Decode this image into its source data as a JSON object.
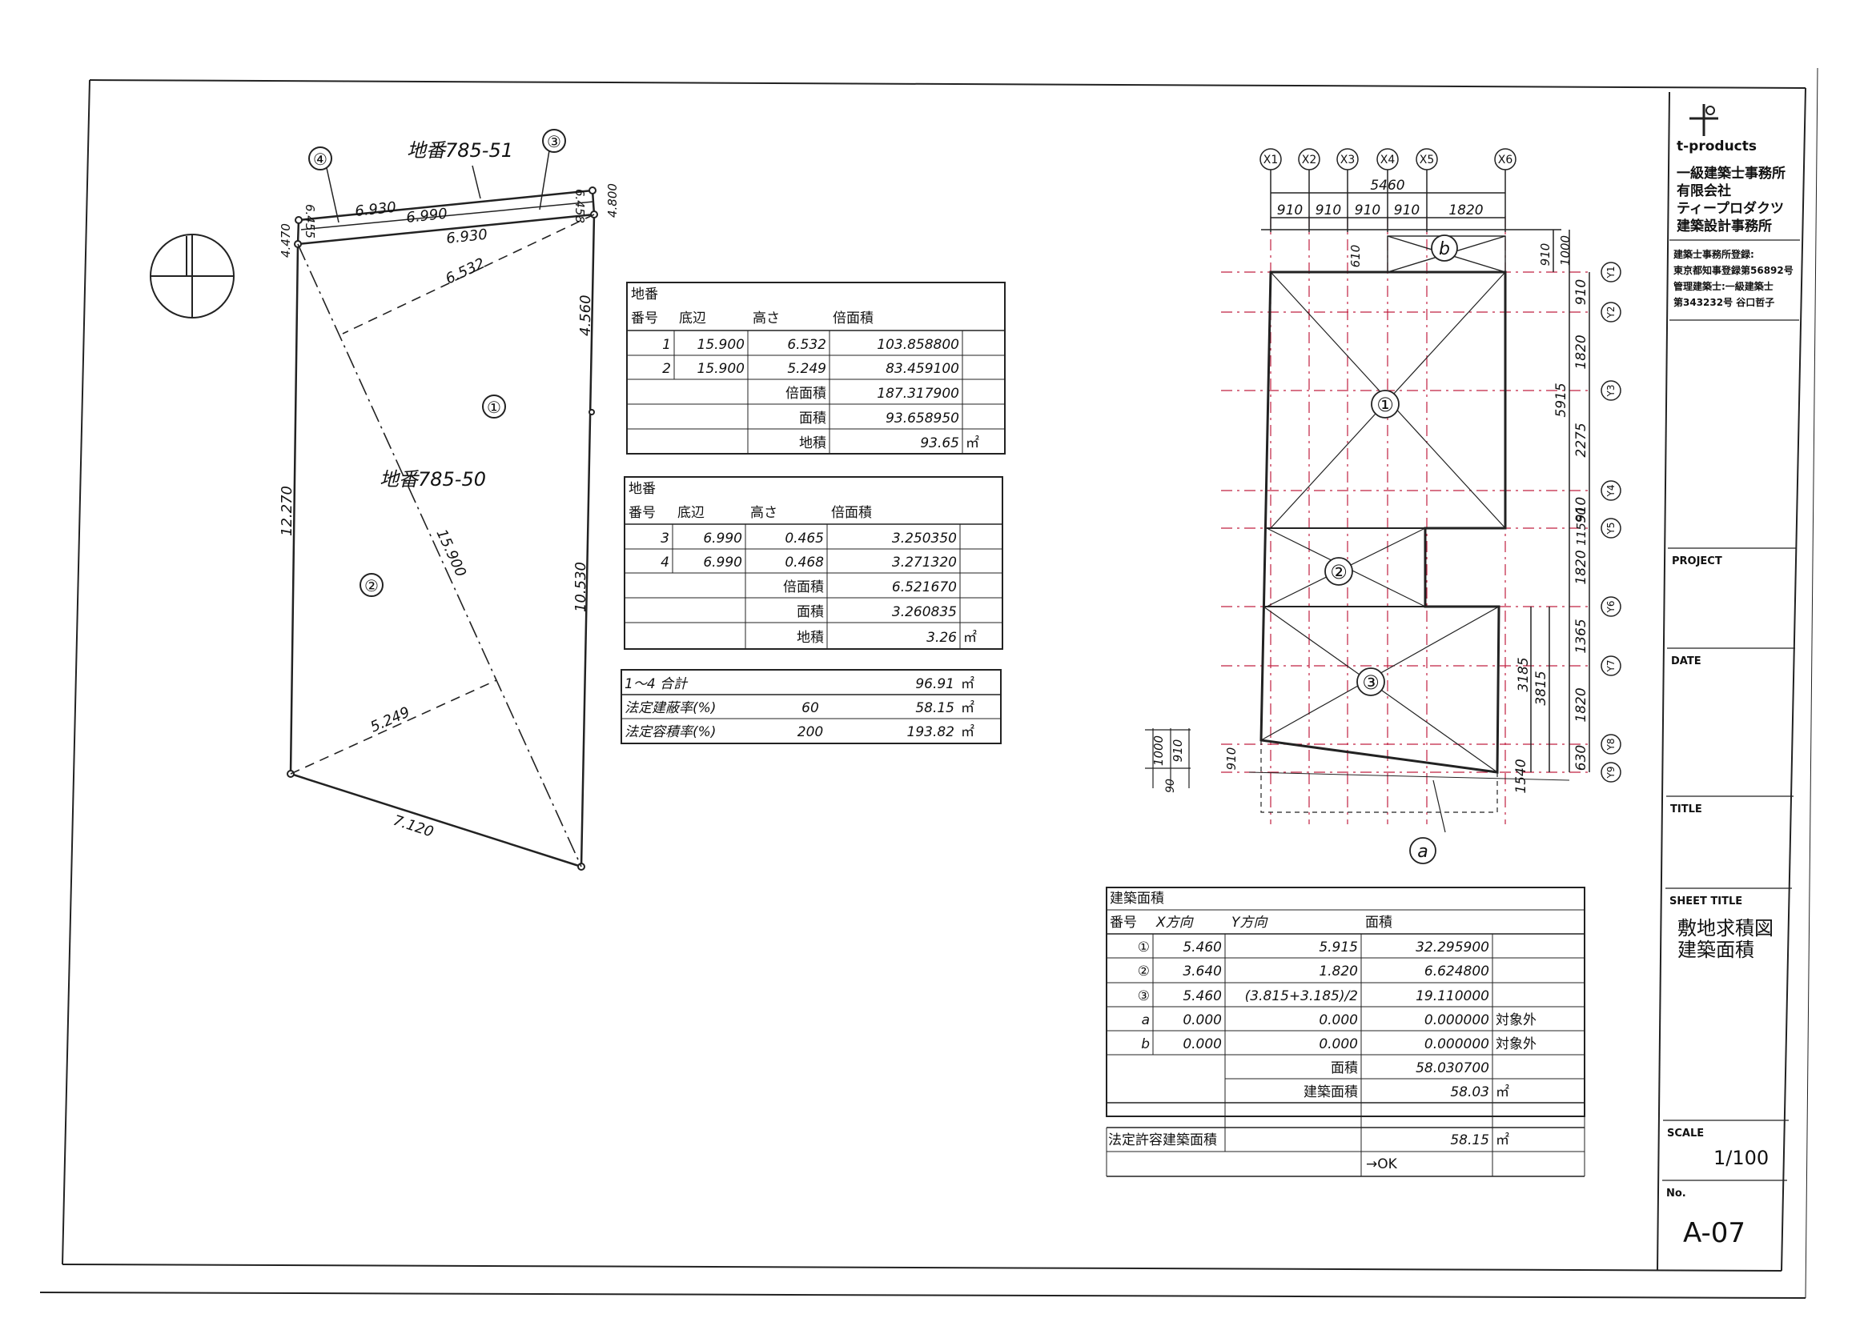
{
  "plot": {
    "lots": {
      "north": "地番785-51",
      "main": "地番785-50"
    },
    "markers": [
      "①",
      "②",
      "③",
      "④"
    ],
    "dims": {
      "d6930a": "6.930",
      "d6990": "6.990",
      "d6930b": "6.930",
      "d6532": "6.532",
      "d6455": "6.455",
      "d4470": "4.470",
      "d6458": "6.458",
      "d4800": "4.800",
      "d4560": "4.560",
      "d12270": "12.270",
      "d15900": "15.900",
      "d10530": "10.530",
      "d5249": "5.249",
      "d7120": "7.120"
    }
  },
  "table1": {
    "title": "地番",
    "headers": [
      "番号",
      "底辺",
      "高さ",
      "倍面積"
    ],
    "rows": [
      [
        "1",
        "15.900",
        "6.532",
        "103.858800"
      ],
      [
        "2",
        "15.900",
        "5.249",
        "83.459100"
      ]
    ],
    "summary": [
      [
        "倍面積",
        "187.317900",
        ""
      ],
      [
        "面積",
        "93.658950",
        ""
      ],
      [
        "地積",
        "93.65",
        "㎡"
      ]
    ]
  },
  "table2": {
    "title": "地番",
    "headers": [
      "番号",
      "底辺",
      "高さ",
      "倍面積"
    ],
    "rows": [
      [
        "3",
        "6.990",
        "0.465",
        "3.250350"
      ],
      [
        "4",
        "6.990",
        "0.468",
        "3.271320"
      ]
    ],
    "summary": [
      [
        "倍面積",
        "6.521670",
        ""
      ],
      [
        "面積",
        "3.260835",
        ""
      ],
      [
        "地積",
        "3.26",
        "㎡"
      ]
    ]
  },
  "table3": {
    "rows": [
      [
        "1〜4  合計",
        "",
        "96.91",
        "㎡"
      ],
      [
        "法定建蔽率(%)",
        "60",
        "58.15",
        "㎡"
      ],
      [
        "法定容積率(%)",
        "200",
        "193.82",
        "㎡"
      ]
    ]
  },
  "building": {
    "xaxes": [
      "X1",
      "X2",
      "X3",
      "X4",
      "X5",
      "X6"
    ],
    "yaxes": [
      "Y1",
      "Y2",
      "Y3",
      "Y4",
      "Y5",
      "Y6",
      "Y7",
      "Y8",
      "Y9"
    ],
    "top_total": "5460",
    "top_dims": [
      "910",
      "910",
      "910",
      "910",
      "1820"
    ],
    "right_dims": [
      "910",
      "1820",
      "2275",
      "910",
      "1820",
      "1365",
      "1820",
      "630"
    ],
    "other_dims": {
      "r1000": "1000",
      "r910": "910",
      "r5915": "5915",
      "r11550": "11550",
      "r3185": "3185",
      "r3815": "3815",
      "r1540": "1540",
      "l1000": "1000",
      "l910a": "910",
      "l910b": "910",
      "l90": "90",
      "t610": "610"
    },
    "zones": [
      "①",
      "②",
      "③"
    ],
    "tags": [
      "b",
      "a"
    ]
  },
  "table4": {
    "title": "建築面積",
    "headers": [
      "番号",
      "X方向",
      "Y方向",
      "面積",
      ""
    ],
    "rows": [
      [
        "①",
        "5.460",
        "5.915",
        "32.295900",
        ""
      ],
      [
        "②",
        "3.640",
        "1.820",
        "6.624800",
        ""
      ],
      [
        "③",
        "5.460",
        "(3.815+3.185)/2",
        "19.110000",
        ""
      ],
      [
        "a",
        "0.000",
        "0.000",
        "0.000000",
        "対象外"
      ],
      [
        "b",
        "0.000",
        "0.000",
        "0.000000",
        "対象外"
      ]
    ],
    "sum_label": "面積",
    "sum_value": "58.030700",
    "build_label": "建築面積",
    "build_value": "58.03",
    "unit": "㎡",
    "legal_label": "法定許容建築面積",
    "legal_value": "58.15",
    "ok": "→OK"
  },
  "titleblock": {
    "logo": "t-products",
    "office": [
      "一級建築士事務所",
      "有限会社",
      "ティープロダクツ",
      "建築設計事務所"
    ],
    "reg": [
      "建築士事務所登録:",
      "東京都知事登録第56892号",
      "管理建築士:一級建築士",
      "第343232号  谷口哲子"
    ],
    "project_label": "PROJECT",
    "date_label": "DATE",
    "title_label": "TITLE",
    "sheet_title_label": "SHEET TITLE",
    "sheet_title": [
      "敷地求積図",
      "建築面積"
    ],
    "scale_label": "SCALE",
    "scale": "1/100",
    "no_label": "No.",
    "no": "A-07"
  }
}
